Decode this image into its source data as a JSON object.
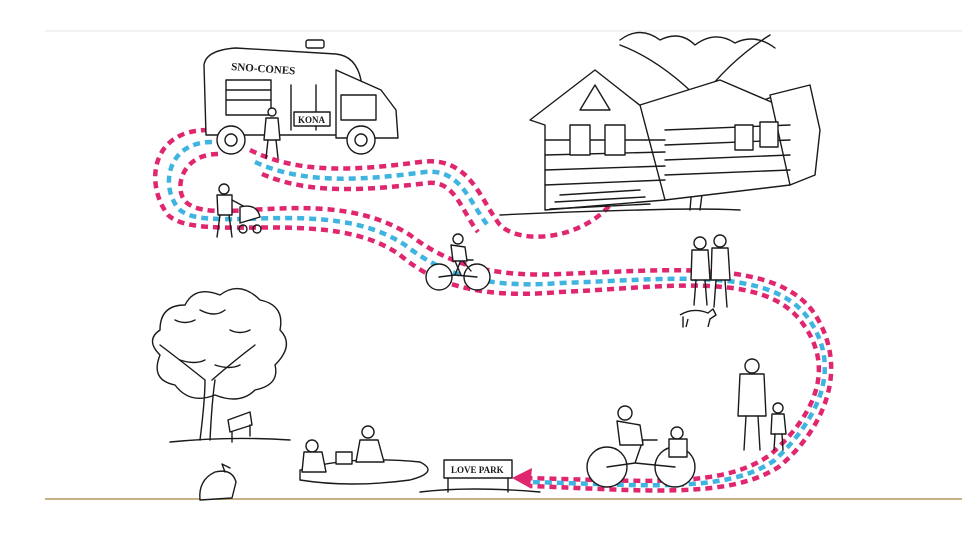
{
  "colors": {
    "pink": "#e0266f",
    "blue": "#3fb4e0",
    "ink": "#1a1a1a",
    "top_rule": "#e6e6e6",
    "bottom_rule": "#c8b184"
  },
  "scene": {
    "truck_sign": "SNO-CONES",
    "truck_side_sign": "KONA",
    "park_sign": "LOVE PARK"
  }
}
